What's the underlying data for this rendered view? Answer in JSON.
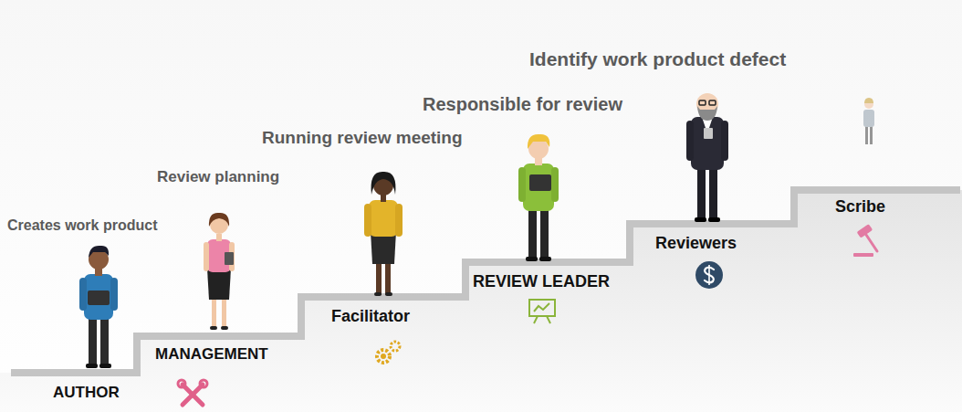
{
  "diagram": {
    "labels": [
      "Creates work product",
      "AUTHOR",
      "Review planning",
      "MANAGEMENT",
      "Running review meeting",
      "Facilitator",
      "Responsible for review",
      "REVIEW LEADER",
      "Identify work product defect",
      "Reviewers",
      "Scribe"
    ]
  }
}
